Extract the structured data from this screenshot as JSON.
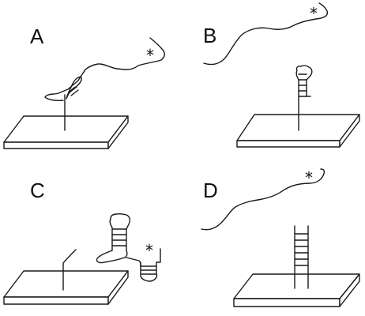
{
  "panels": [
    {
      "label": "A",
      "marker": "*"
    },
    {
      "label": "B",
      "marker": "*"
    },
    {
      "label": "C",
      "marker": "*"
    },
    {
      "label": "D",
      "marker": "*"
    }
  ]
}
